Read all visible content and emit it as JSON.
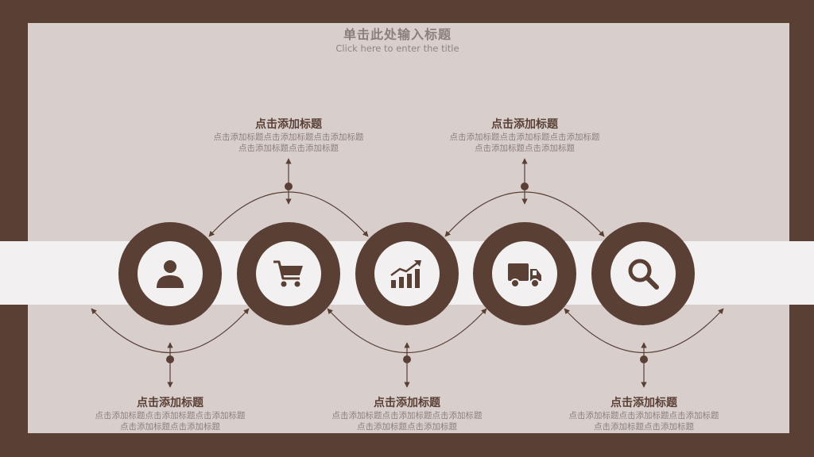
{
  "title": {
    "cn": "单击此处输入标题",
    "en": "Click here to enter the title"
  },
  "steps": [
    {
      "icon": "user-icon",
      "heading": "点击添加标题",
      "desc_line1": "点击添加标题点击添加标题点击添加标题",
      "desc_line2": "点击添加标题点击添加标题"
    },
    {
      "icon": "shopping-cart-icon",
      "heading": "点击添加标题",
      "desc_line1": "点击添加标题点击添加标题点击添加标题",
      "desc_line2": "点击添加标题点击添加标题"
    },
    {
      "icon": "growth-chart-icon",
      "heading": "点击添加标题",
      "desc_line1": "点击添加标题点击添加标题点击添加标题",
      "desc_line2": "点击添加标题点击添加标题"
    },
    {
      "icon": "delivery-truck-icon",
      "heading": "点击添加标题",
      "desc_line1": "点击添加标题点击添加标题点击添加标题",
      "desc_line2": "点击添加标题点击添加标题"
    },
    {
      "icon": "search-icon",
      "heading": "点击添加标题",
      "desc_line1": "点击添加标题点击添加标题点击添加标题",
      "desc_line2": "点击添加标题点击添加标题"
    }
  ],
  "colors": {
    "frame": "#5a3f35",
    "slide_bg": "#d8cfcd",
    "band": "#f2f0f0",
    "text_gray": "#8a7f7c"
  }
}
